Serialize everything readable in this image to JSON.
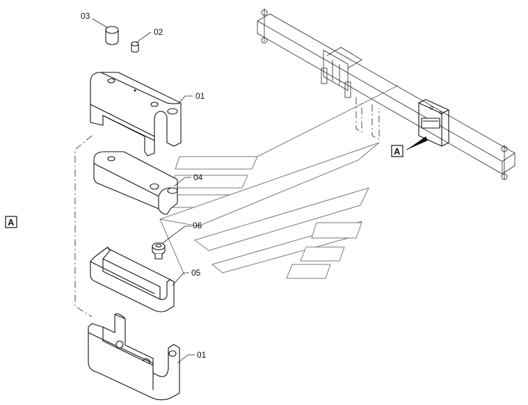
{
  "callouts": {
    "item_03": "03",
    "item_02": "02",
    "item_01_top": "01",
    "item_04": "04",
    "item_06": "06",
    "item_05": "05",
    "item_01_bottom": "01"
  },
  "detail_ref": {
    "left": "A",
    "right": "A"
  }
}
